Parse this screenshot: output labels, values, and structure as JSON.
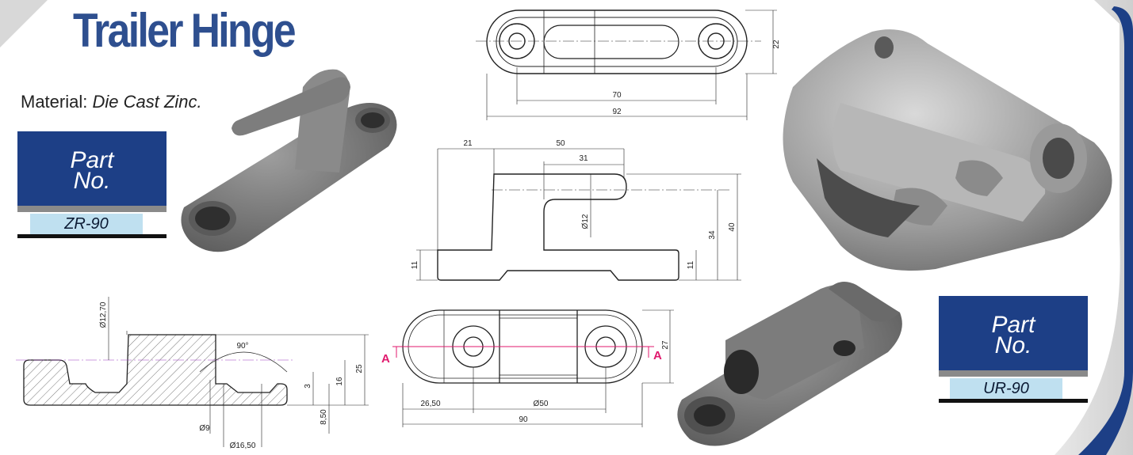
{
  "header": {
    "title": "Trailer Hinge",
    "material_label": "Material:",
    "material_value": "Die Cast Zinc."
  },
  "part_left": {
    "line1": "Part",
    "line2": "No.",
    "code": "ZR-90"
  },
  "part_right": {
    "line1": "Part",
    "line2": "No.",
    "code": "UR-90"
  },
  "drawings": {
    "top_view": {
      "d1": "22",
      "d2": "70",
      "d3": "92"
    },
    "side_view": {
      "d1": "21",
      "d2": "50",
      "d3": "31",
      "d4": "Ø12",
      "d5": "40",
      "d6": "34",
      "d7": "11",
      "d8": "11"
    },
    "section_view": {
      "d1": "Ø12,70",
      "d2": "90°",
      "d3": "3",
      "d4": "16",
      "d5": "25",
      "d6": "8,50",
      "d7": "Ø9",
      "d8": "Ø16,50"
    },
    "plan_view": {
      "d1": "27",
      "d2": "26,50",
      "d3": "Ø50",
      "d4": "90",
      "section_a": "A"
    }
  },
  "colors": {
    "brand_blue": "#1d3f86",
    "title_blue": "#2e4f8f",
    "code_bg": "#bfe0f0",
    "section_pink": "#e0196d"
  }
}
